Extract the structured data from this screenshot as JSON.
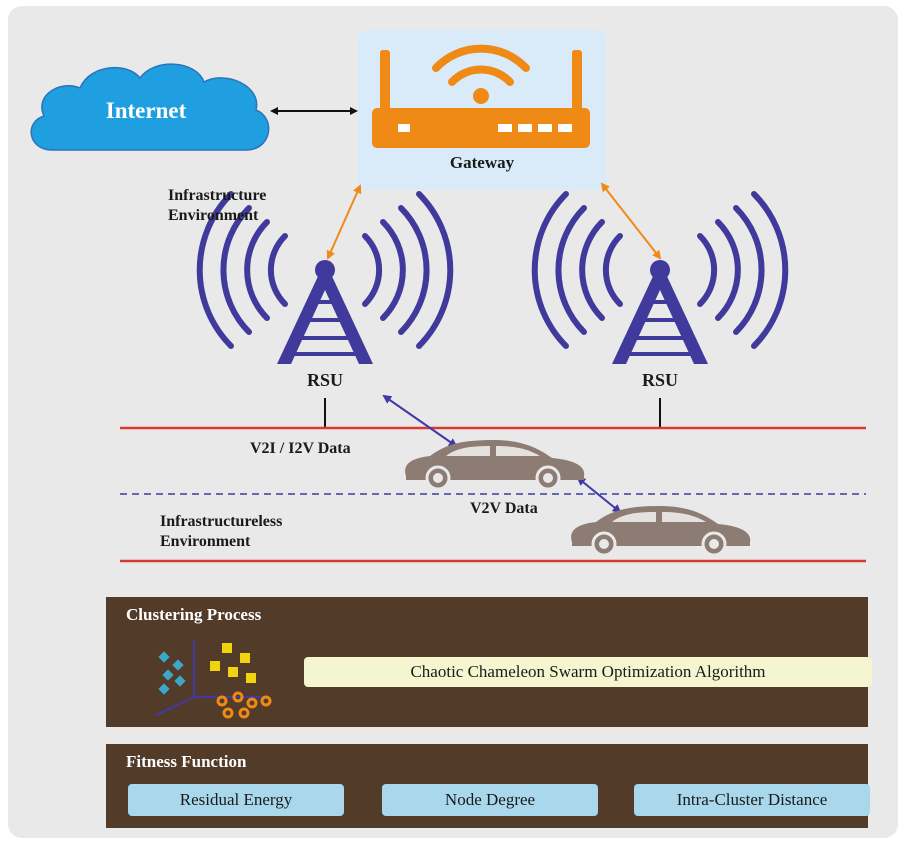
{
  "internet": {
    "label": "Internet"
  },
  "gateway": {
    "label": "Gateway"
  },
  "environments": {
    "infrastructure": [
      "Infrastructure",
      "Environment"
    ],
    "infrastructureless": [
      "Infrastructureless",
      "Environment"
    ]
  },
  "rsu": [
    {
      "label": "RSU"
    },
    {
      "label": "RSU"
    }
  ],
  "links": {
    "v2i": "V2I / I2V Data",
    "v2v": "V2V Data"
  },
  "clustering": {
    "title": "Clustering Process",
    "algorithm": "Chaotic Chameleon Swarm Optimization Algorithm"
  },
  "fitness": {
    "title": "Fitness Function",
    "items": [
      "Residual Energy",
      "Node Degree",
      "Intra-Cluster Distance"
    ]
  },
  "colors": {
    "tower": "#3f3a9c",
    "router": "#f08a17",
    "cloud": "#1f9ee0",
    "road": "#d93a2f",
    "divider": "#3f3aa8",
    "panel": "#523b29",
    "car": "#8d7c73"
  }
}
